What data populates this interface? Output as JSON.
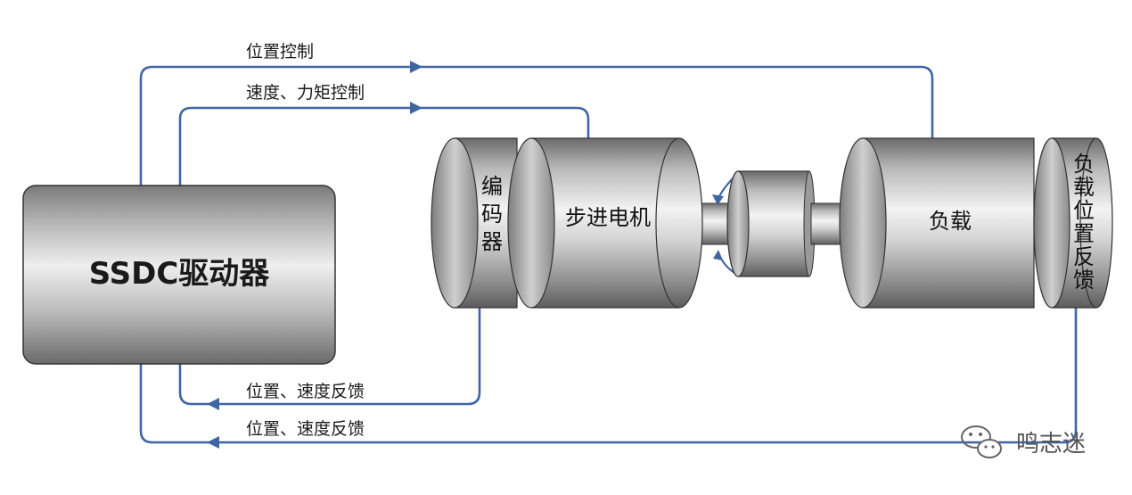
{
  "driver": {
    "label": "SSDC驱动器"
  },
  "signals": {
    "position_control": "位置控制",
    "speed_torque_control": "速度、力矩控制",
    "feedback_inner": "位置、速度反馈",
    "feedback_outer": "位置、速度反馈"
  },
  "components": {
    "encoder": [
      "编",
      "码",
      "器"
    ],
    "motor": "步进电机",
    "load": "负载",
    "load_feedback": [
      "负",
      "载",
      "位",
      "置",
      "反",
      "馈"
    ]
  },
  "watermark": {
    "text": "鸣志迷",
    "icon": "wechat-icon"
  },
  "colors": {
    "wire": "#3f66a3",
    "metal_dark": "#5a5a5a",
    "metal_light": "#f2f2f2"
  }
}
